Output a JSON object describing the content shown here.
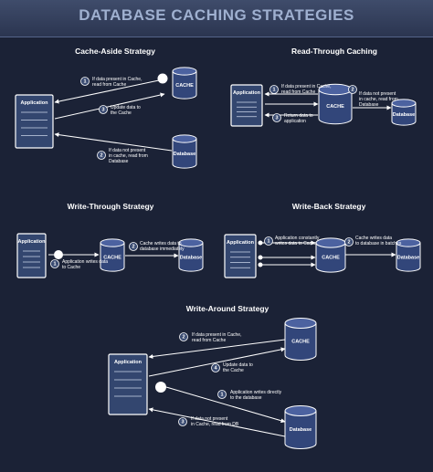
{
  "banner": {
    "title": "DATABASE CACHING STRATEGIES"
  },
  "cache_aside": {
    "title": "Cache-Aside Strategy",
    "app": "Application",
    "cache": "CACHE",
    "db": "Database",
    "steps": [
      {
        "n": "1",
        "text": [
          "If data present in Cache,",
          "read from Cache"
        ]
      },
      {
        "n": "3",
        "text": [
          "Update data to",
          "the Cache"
        ]
      },
      {
        "n": "2",
        "text": [
          "If data not present",
          "in cache, read from",
          "Database"
        ]
      }
    ]
  },
  "read_through": {
    "title": "Read-Through Caching",
    "app": "Application",
    "cache": "CACHE",
    "db": "Database",
    "steps": [
      {
        "n": "1",
        "text": [
          "If data present in Cache,",
          "read from Cache"
        ]
      },
      {
        "n": "2",
        "text": [
          "If data not present",
          "in cache, read from",
          "Database"
        ]
      },
      {
        "n": "3",
        "text": [
          "Return data to",
          "application"
        ]
      }
    ]
  },
  "write_through": {
    "title": "Write-Through Strategy",
    "app": "Application",
    "cache": "CACHE",
    "db": "Database",
    "steps": [
      {
        "n": "2",
        "text": [
          "Cache writes data to",
          "database immediately"
        ]
      },
      {
        "n": "1",
        "text": [
          "Application writes data",
          "to Cache"
        ]
      }
    ]
  },
  "write_back": {
    "title": "Write-Back Strategy",
    "app": "Application",
    "cache": "CACHE",
    "db": "Database",
    "steps": [
      {
        "n": "1",
        "text": [
          "Application constantly",
          "writes data to Cache"
        ]
      },
      {
        "n": "2",
        "text": [
          "Cache writes data",
          "to database in batches"
        ]
      }
    ]
  },
  "write_around": {
    "title": "Write-Around Strategy",
    "app": "Application",
    "cache": "CACHE",
    "db": "Database",
    "steps": [
      {
        "n": "2",
        "text": [
          "If data present in Cache,",
          "read from Cache"
        ]
      },
      {
        "n": "4",
        "text": [
          "Update data to",
          "the Cache"
        ]
      },
      {
        "n": "1",
        "text": [
          "Application writes directly",
          "to the database"
        ]
      },
      {
        "n": "3",
        "text": [
          "If data not present",
          "in Cache, read from DB"
        ]
      }
    ]
  }
}
